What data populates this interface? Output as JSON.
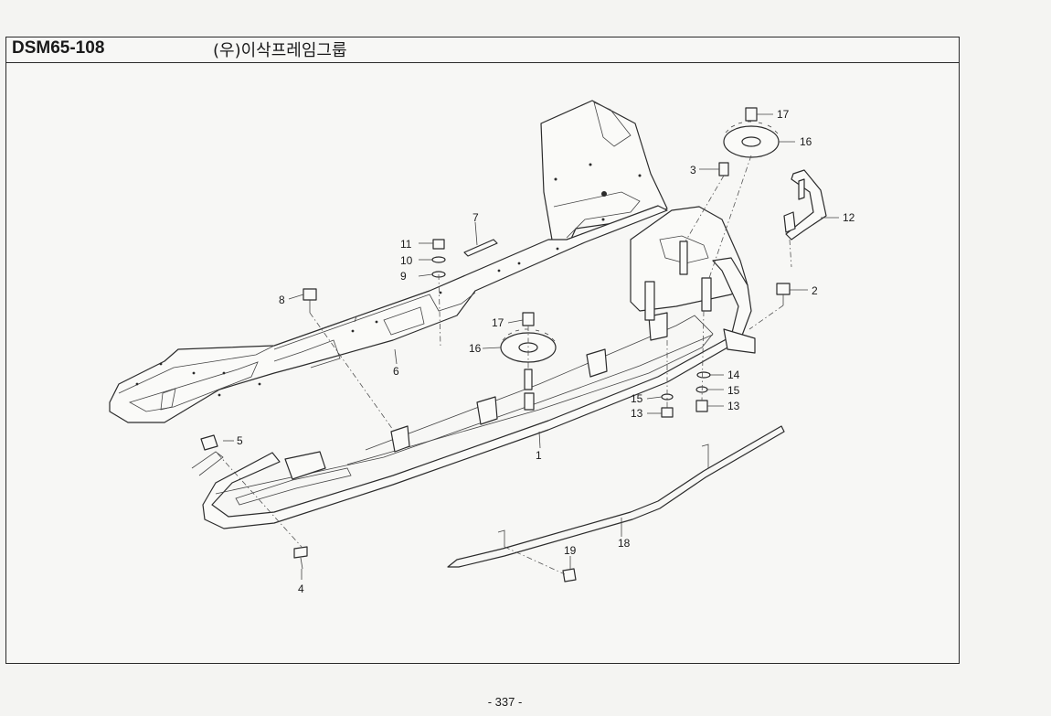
{
  "header": {
    "code": "DSM65-108",
    "title": "(우)이삭프레임그룹"
  },
  "page_number": "- 337 -",
  "callouts": [
    "1",
    "2",
    "3",
    "4",
    "5",
    "6",
    "7",
    "8",
    "9",
    "10",
    "11",
    "12",
    "13",
    "13",
    "14",
    "15",
    "15",
    "16",
    "16",
    "17",
    "17",
    "18",
    "19"
  ]
}
